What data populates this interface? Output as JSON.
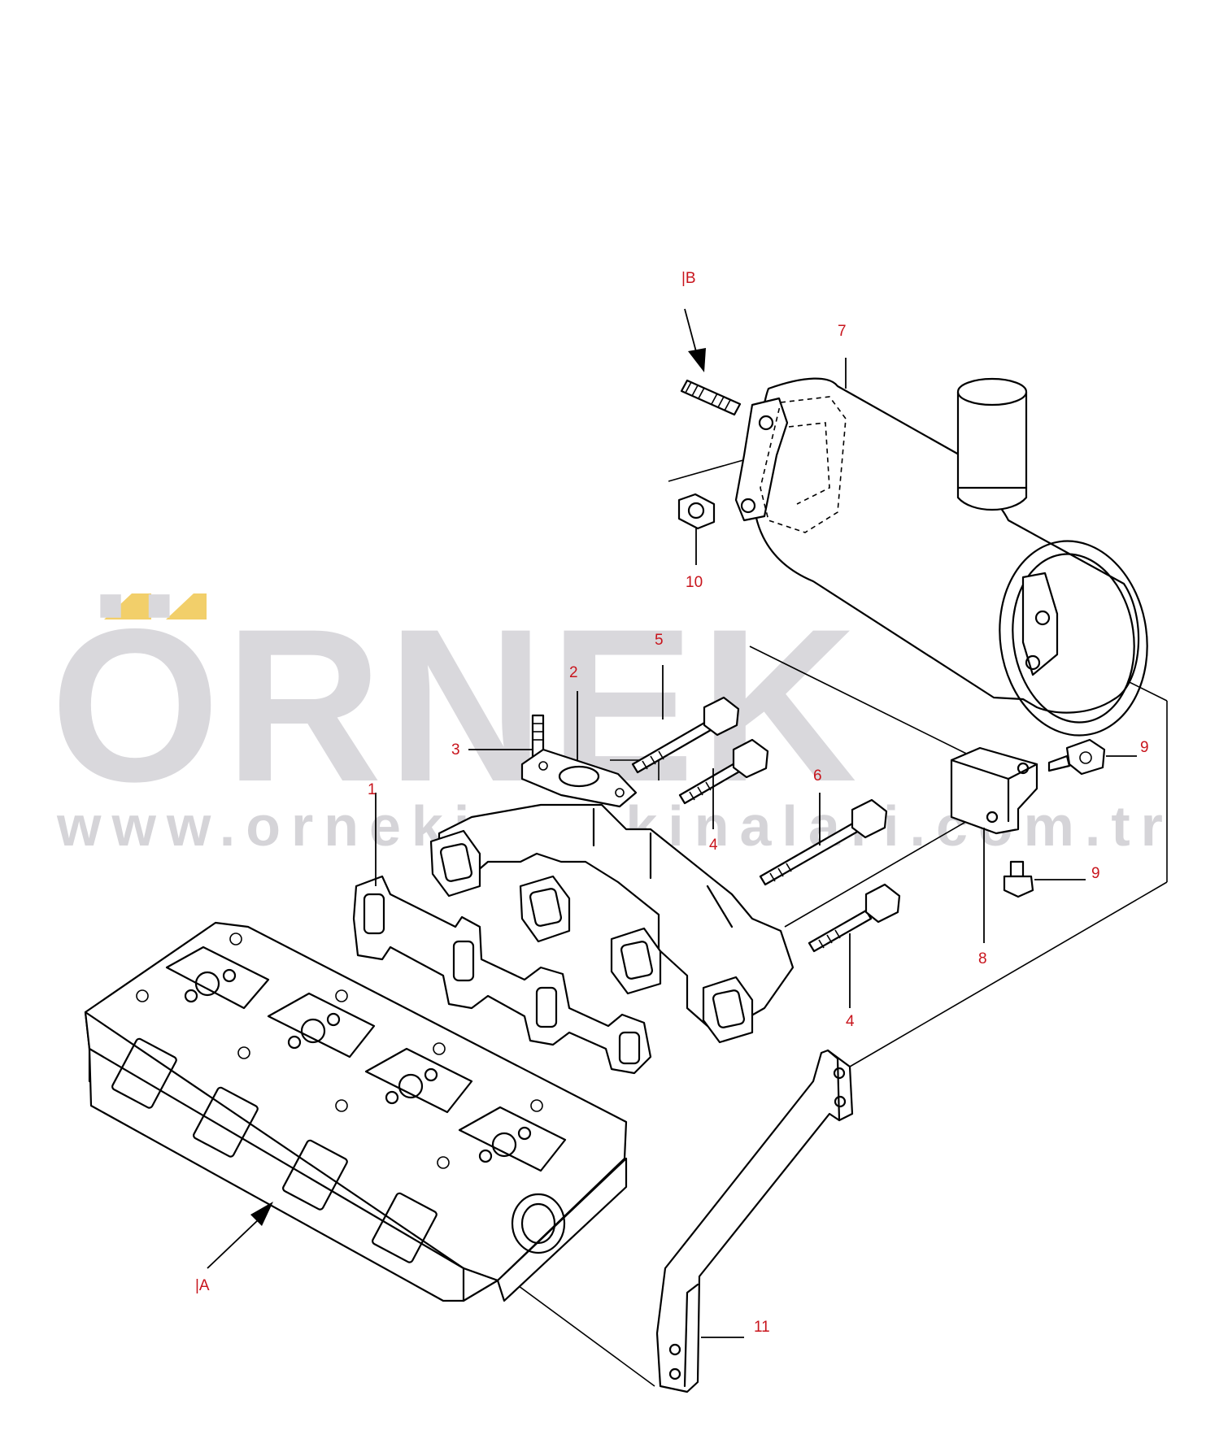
{
  "watermark": {
    "brand": "ÖRNEK",
    "url": "www.ornekismakinalari.com.tr",
    "accent_color": "#f2cf6a",
    "text_color": "#d9d8dc"
  },
  "callouts": {
    "c1": "1",
    "c2": "2",
    "c3": "3",
    "c4a": "4",
    "c4b": "4",
    "c5": "5",
    "c6": "6",
    "c7": "7",
    "c8": "8",
    "c9a": "9",
    "c9b": "9",
    "c10": "10",
    "c11": "11",
    "refA": "|A",
    "refB": "|B"
  },
  "callout_color": "#c8141c"
}
